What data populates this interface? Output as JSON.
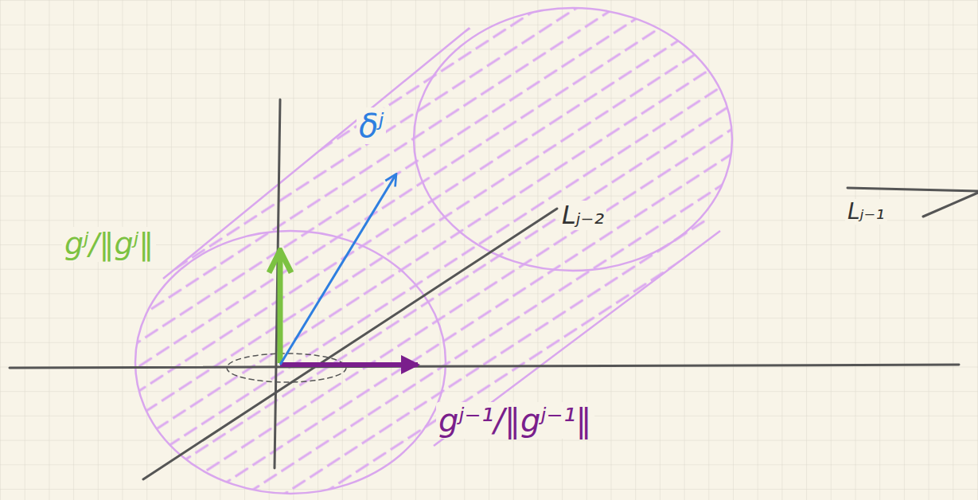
{
  "diagram": {
    "labels": [
      "gʲ/‖gʲ‖",
      "δʲ",
      "Lⱼ₋₂",
      "gʲ⁻¹/‖gʲ⁻¹‖",
      "Lⱼ₋₁"
    ]
  }
}
